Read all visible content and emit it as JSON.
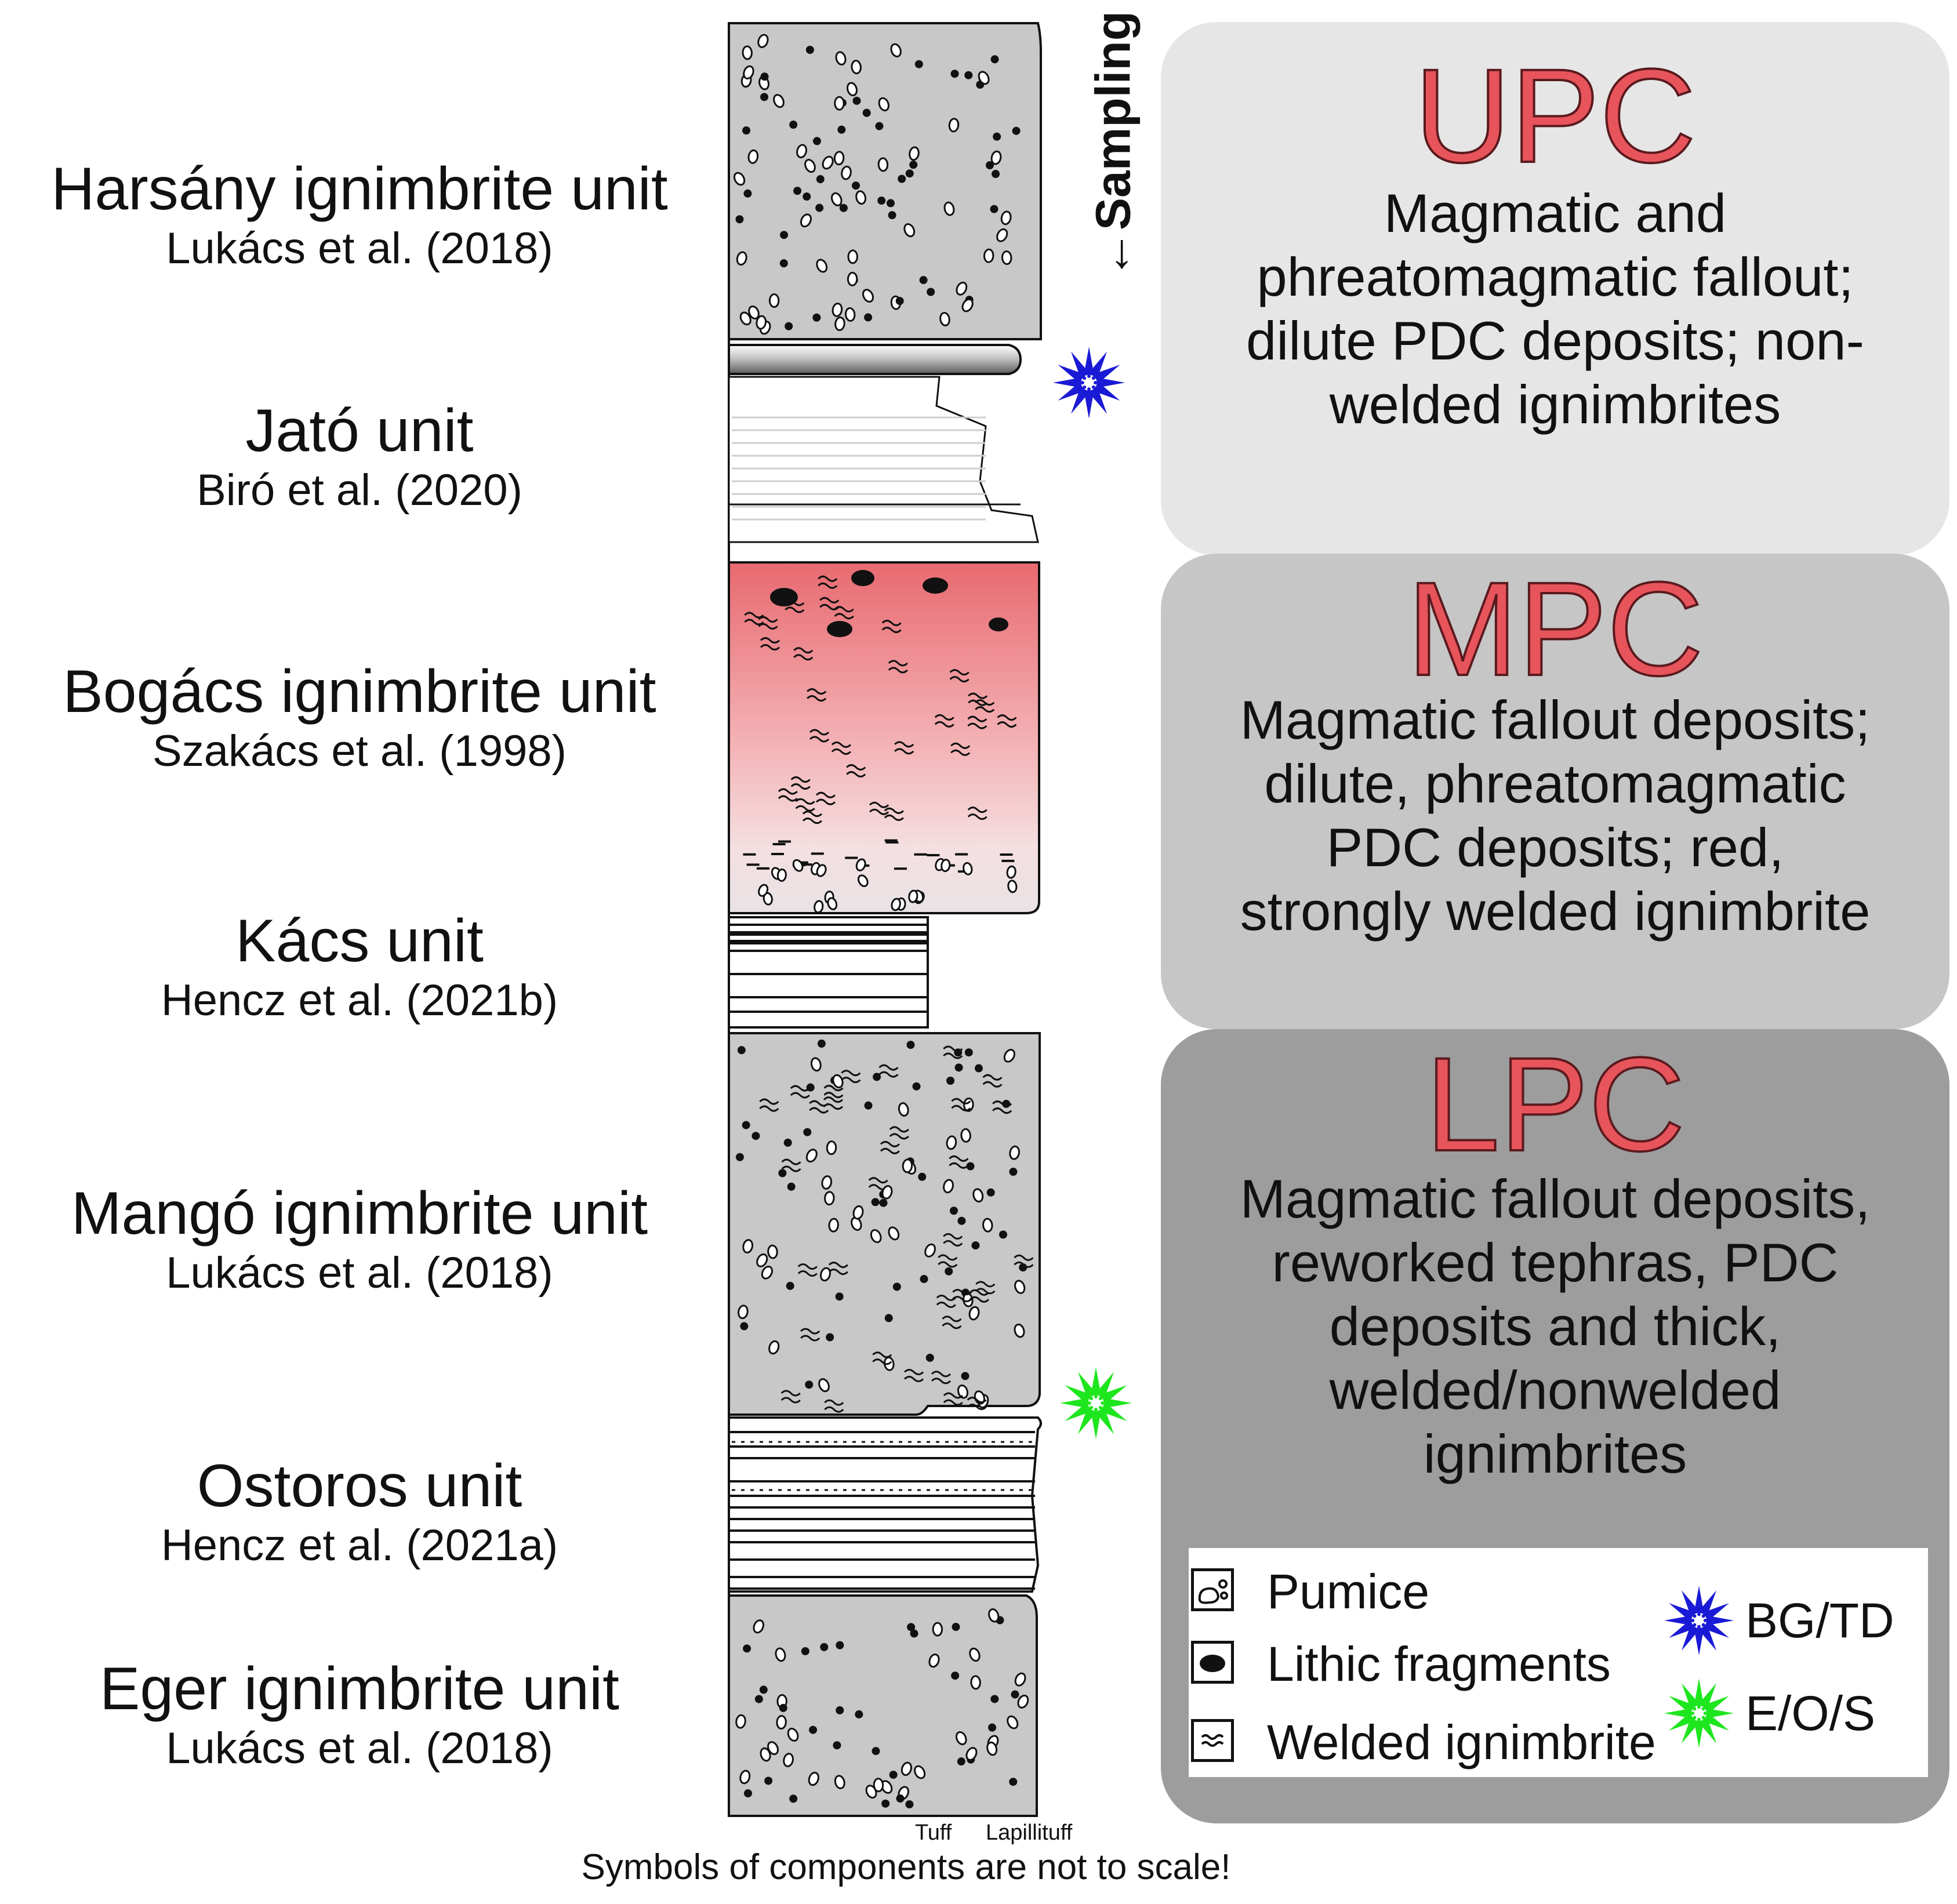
{
  "units": [
    {
      "name": "Harsány ignimbrite unit",
      "ref": "Lukács et al. (2018)"
    },
    {
      "name": "Jató unit",
      "ref": "Biró et al. (2020)"
    },
    {
      "name": "Bogács ignimbrite unit",
      "ref": "Szakács et al. (1998)"
    },
    {
      "name": "Kács unit",
      "ref": "Hencz et al. (2021b)"
    },
    {
      "name": "Mangó ignimbrite unit",
      "ref": "Lukács et al. (2018)"
    },
    {
      "name": "Ostoros unit",
      "ref": "Hencz et al. (2021a)"
    },
    {
      "name": "Eger ignimbrite unit",
      "ref": "Lukács et al. (2018)"
    }
  ],
  "sampling_label": "←Sampling",
  "phases": [
    {
      "code": "UPC",
      "color": "#e6e6e6",
      "lines": [
        "Magmatic and",
        "phreatomagmatic fallout;",
        "dilute PDC deposits; non-",
        "welded ignimbrites"
      ]
    },
    {
      "code": "MPC",
      "color": "#c6c6c6",
      "lines": [
        "Magmatic fallout deposits;",
        "dilute, phreatomagmatic",
        "PDC deposits; red,",
        "strongly welded ignimbrite"
      ]
    },
    {
      "code": "LPC",
      "color": "#9d9d9d",
      "lines": [
        "Magmatic fallout deposits,",
        "reworked tephras, PDC",
        "deposits and thick,",
        "welded/nonwelded",
        "ignimbrites"
      ]
    }
  ],
  "legend": {
    "items": [
      "Pumice",
      "Lithic fragments",
      "Welded ignimbrite"
    ],
    "stars": [
      {
        "label": "BG/TD",
        "color": "#1a1ad6"
      },
      {
        "label": "E/O/S",
        "color": "#1ee61e"
      }
    ]
  },
  "axis": {
    "tuff": "Tuff",
    "lapillituff": "Lapillituff"
  },
  "footnote": "Symbols of components are not to scale!",
  "colors": {
    "ignimbrite_gray": "#c8c8c8",
    "accent_red": "#e8545b",
    "welded_red": "#e86a70"
  }
}
